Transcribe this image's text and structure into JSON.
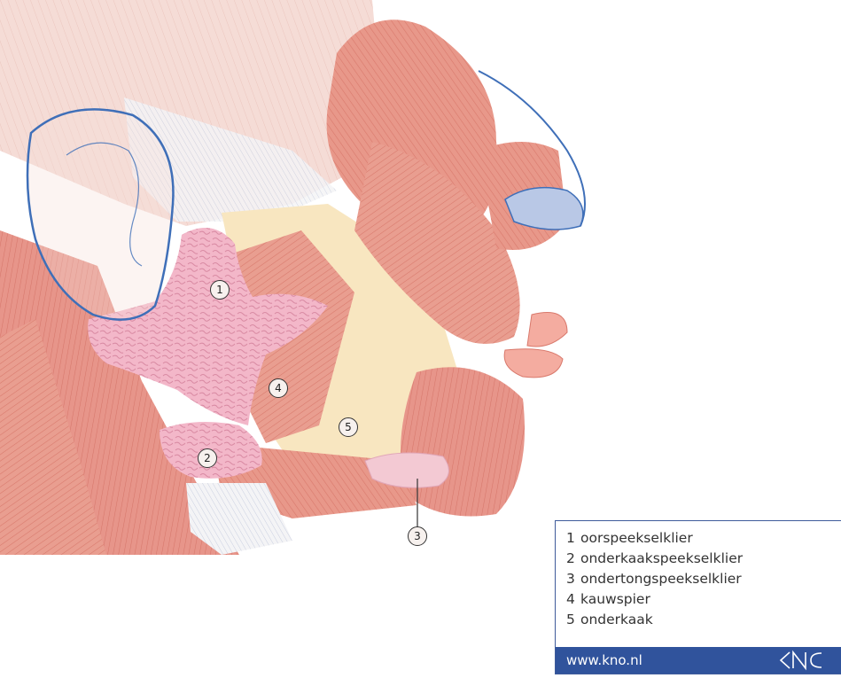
{
  "markers": [
    {
      "number": "1"
    },
    {
      "number": "2"
    },
    {
      "number": "3"
    },
    {
      "number": "4"
    },
    {
      "number": "5"
    }
  ],
  "legend": {
    "items": [
      {
        "number": "1",
        "label": "oorspeekselklier"
      },
      {
        "number": "2",
        "label": "onderkaakspeekselklier"
      },
      {
        "number": "3",
        "label": "ondertongspeekselklier"
      },
      {
        "number": "4",
        "label": "kauwspier"
      },
      {
        "number": "5",
        "label": "onderkaak"
      }
    ],
    "url": "www.kno.nl",
    "logo": "kno-logo"
  },
  "colors": {
    "muscle": "#e8988a",
    "muscle_dark": "#d9796c",
    "gland": "#f3b7c9",
    "bone": "#f8e6c0",
    "cartilage": "#b9c8e6",
    "outline": "#3f6fb8",
    "brand": "#30539c"
  }
}
